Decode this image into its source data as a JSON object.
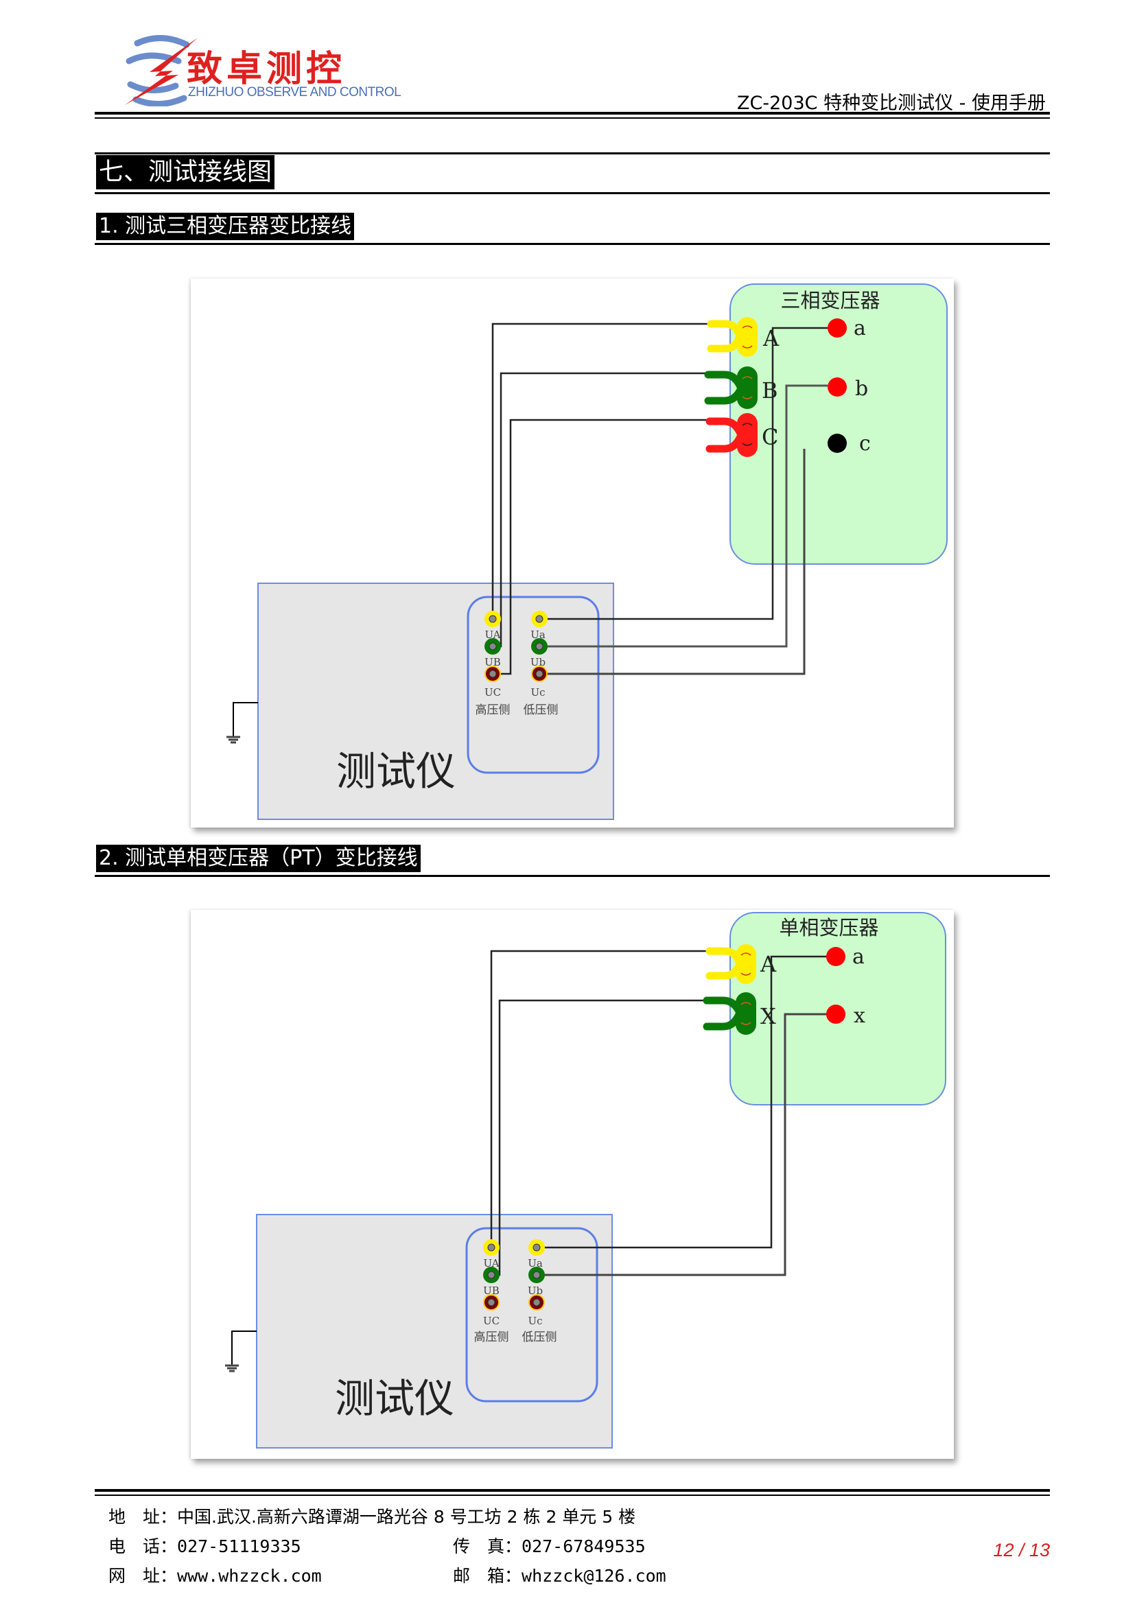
{
  "header": {
    "brand_cn": "致卓测控",
    "brand_en": "ZHIZHUO OBSERVE AND CONTROL",
    "doc_title": "ZC-203C 特种变比测试仪 - 使用手册",
    "logo_colors": {
      "bolt": "#e02020",
      "arcs": "#6b8ccc"
    }
  },
  "section": {
    "title": "七、测试接线图"
  },
  "figures": [
    {
      "heading": "1. 测试三相变压器变比接线",
      "transformer_title": "三相变压器",
      "hv_terminals": [
        {
          "label": "A",
          "color": "#ffee00"
        },
        {
          "label": "B",
          "color": "#0a7a0a"
        },
        {
          "label": "C",
          "color": "#ff1a1a"
        }
      ],
      "lv_terminals": [
        {
          "label": "a",
          "color": "#ff0000"
        },
        {
          "label": "b",
          "color": "#ff0000"
        },
        {
          "label": "c",
          "color": "#000000"
        }
      ],
      "instrument_label": "测试仪",
      "jack_labels_hv": [
        "UA",
        "UB",
        "UC"
      ],
      "jack_labels_lv": [
        "Ua",
        "Ub",
        "Uc"
      ],
      "side_labels": [
        "高压侧",
        "低压侧"
      ],
      "connections": [
        [
          "UA",
          "A"
        ],
        [
          "UB",
          "B"
        ],
        [
          "UC",
          "C"
        ],
        [
          "Ua",
          "a"
        ],
        [
          "Ub",
          "b"
        ],
        [
          "Uc",
          "c"
        ]
      ]
    },
    {
      "heading": "2. 测试单相变压器（PT）变比接线",
      "transformer_title": "单相变压器",
      "hv_terminals": [
        {
          "label": "A",
          "color": "#ffee00"
        },
        {
          "label": "X",
          "color": "#0a7a0a"
        }
      ],
      "lv_terminals": [
        {
          "label": "a",
          "color": "#ff0000"
        },
        {
          "label": "x",
          "color": "#ff0000"
        }
      ],
      "instrument_label": "测试仪",
      "jack_labels_hv": [
        "UA",
        "UB",
        "UC"
      ],
      "jack_labels_lv": [
        "Ua",
        "Ub",
        "Uc"
      ],
      "side_labels": [
        "高压侧",
        "低压侧"
      ],
      "connections": [
        [
          "UA",
          "A"
        ],
        [
          "UB",
          "X"
        ],
        [
          "Ua",
          "a"
        ],
        [
          "Ub",
          "x"
        ]
      ]
    }
  ],
  "footer": {
    "address_key": "地　址：",
    "address": "中国.武汉.高新六路谭湖一路光谷 8 号工坊 2 栋 2 单元 5 楼",
    "phone_key": "电　话：",
    "phone": "027-51119335",
    "fax_key": "传　真：",
    "fax": "027-67849535",
    "web_key": "网　址：",
    "web": "www.whzzck.com",
    "email_key": "邮　箱：",
    "email": "whzzck@126.com",
    "page": "12 / 13"
  }
}
